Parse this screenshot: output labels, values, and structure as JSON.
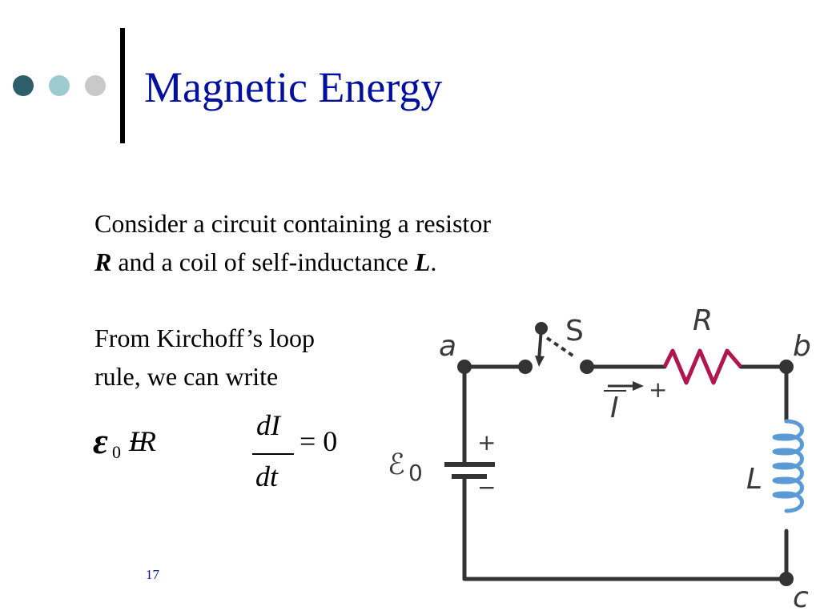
{
  "slide": {
    "title": "Magnetic Energy",
    "page_number": "17"
  },
  "text": {
    "para1_line1": "Consider a circuit containing a resistor",
    "para1_R": "R",
    "para1_mid": " and a coil of self-inductance ",
    "para1_L": "L",
    "para1_end": ".",
    "para2_line1": "From Kirchoff’s loop",
    "para2_line2": "rule, we can write"
  },
  "equation": {
    "emf": "ε",
    "emf_sub": "0",
    "minus1": " − ",
    "IR": "IR",
    "minus2": " − ",
    "L": "L",
    "numerator": "dI",
    "denominator": "dt",
    "rhs": "= 0"
  },
  "circuit": {
    "node_a": "a",
    "node_b": "b",
    "node_c": "c",
    "switch_label": "S",
    "resistor_label": "R",
    "current_label": "I",
    "current_plus": "+",
    "inductor_label": "L",
    "emf_symbol": "ℰ",
    "emf_sub": "0",
    "battery_plus": "+",
    "battery_minus": "−",
    "colors": {
      "wire": "#333333",
      "resistor": "#b0174f",
      "inductor": "#5b9bd5"
    }
  },
  "colors": {
    "title": "#000f9e",
    "dot_dark": "#2d5f6b",
    "dot_light": "#9ecbd0",
    "dot_gray": "#c9c9c9"
  }
}
